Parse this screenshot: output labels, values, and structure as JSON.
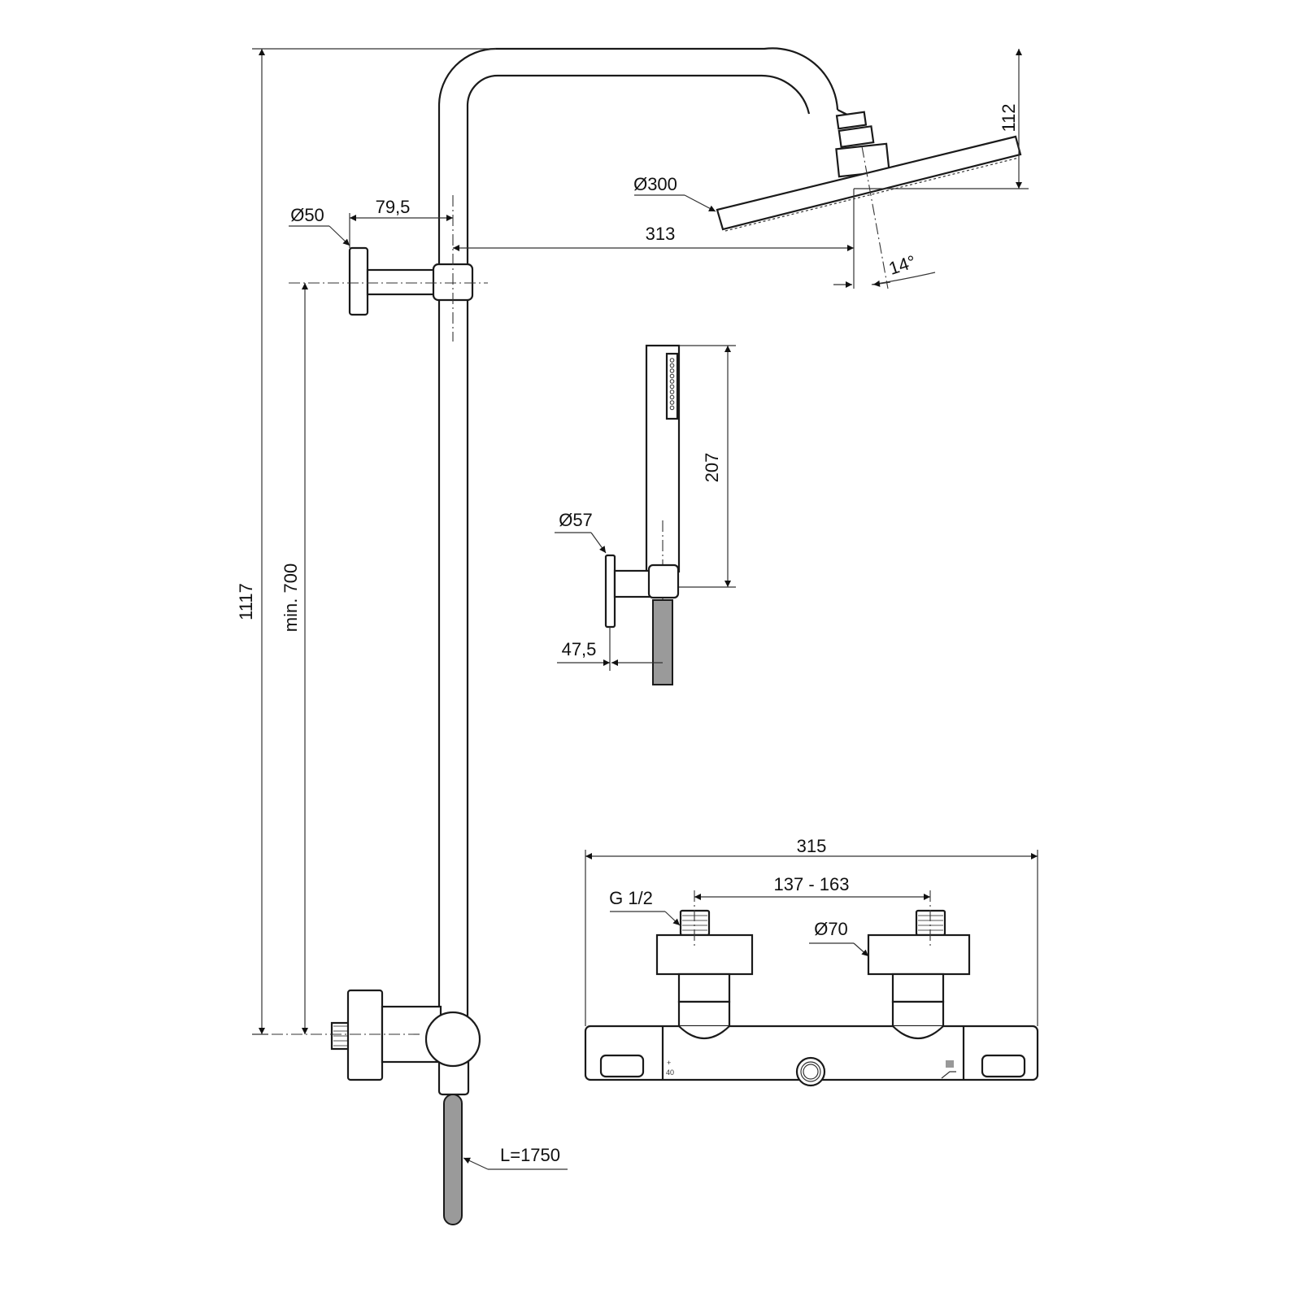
{
  "drawing": {
    "dimensions": {
      "total_height": "1117",
      "min_height": "min. 700",
      "wall_distance": "79,5",
      "bracket_diameter": "Ø50",
      "head_diameter": "Ø300",
      "arm_reach": "313",
      "head_height": "112",
      "head_angle": "14°",
      "hand_shower_length": "207",
      "holder_diameter": "Ø57",
      "holder_distance": "47,5",
      "hose_length": "L=1750",
      "mixer_width": "315",
      "inlet_spacing": "137 - 163",
      "inlet_thread": "G 1/2",
      "escutcheon_diameter": "Ø70"
    },
    "mixer_markings": {
      "plus": "+",
      "temp": "40"
    }
  }
}
